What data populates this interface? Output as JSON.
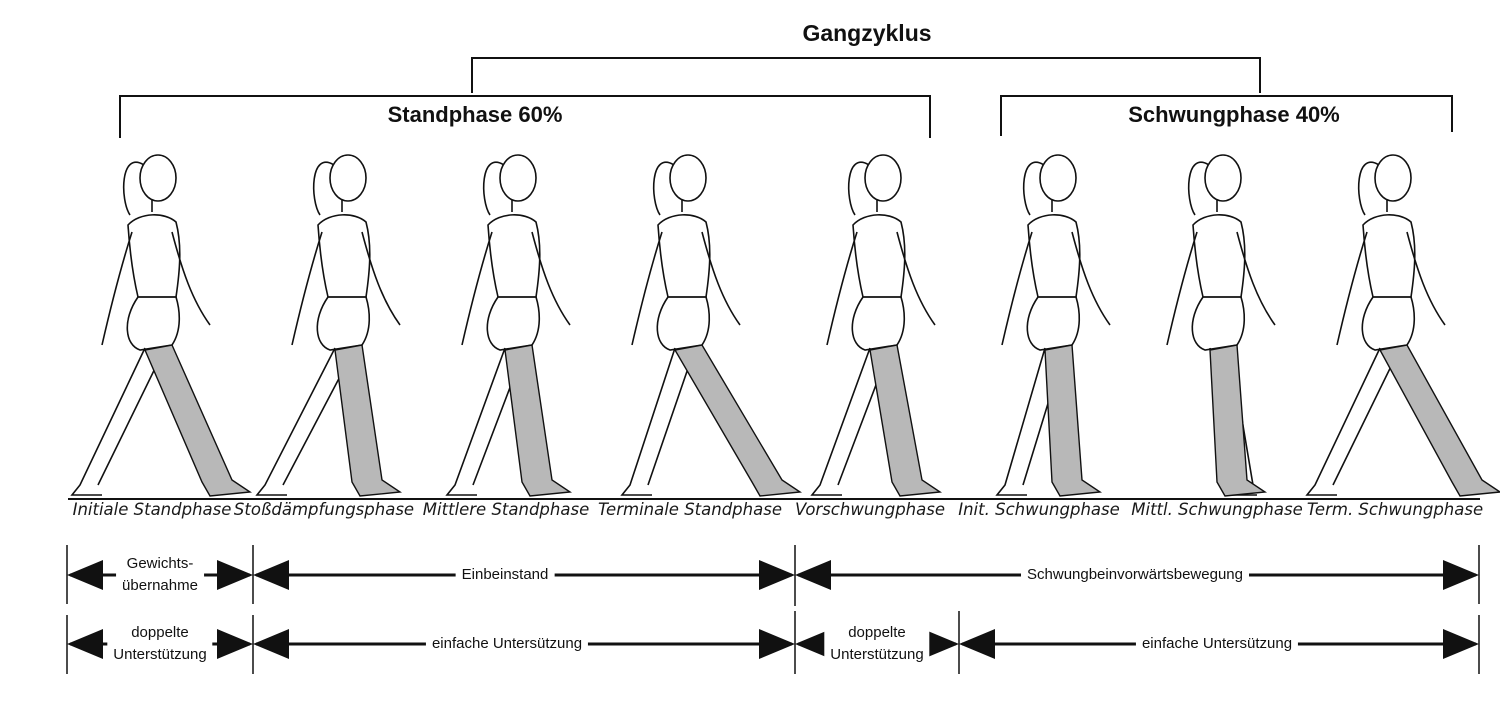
{
  "title": "Gangzyklus",
  "phases": {
    "stance": "Standphase 60%",
    "swing": "Schwungphase 40%"
  },
  "subphases": [
    "Initiale Standphase",
    "Stoßdämpfungsphase",
    "Mittlere Standphase",
    "Terminale Standphase",
    "Vorschwungphase",
    "Init. Schwungphase",
    "Mittl. Schwungphase",
    "Term. Schwungphase"
  ],
  "row1": {
    "a1": "Gewichts-",
    "a2": "übernahme",
    "b": "Einbeinstand",
    "c": "Schwungbeinvorwärtsbewegung"
  },
  "row2": {
    "a1": "doppelte",
    "a2": "Unterstützung",
    "b": "einfache Untersützung",
    "c1": "doppelte",
    "c2": "Unterstützung",
    "d": "einfache Untersützung"
  },
  "colors": {
    "ink": "#111111",
    "leg_highlight": "#b8b8b8"
  }
}
